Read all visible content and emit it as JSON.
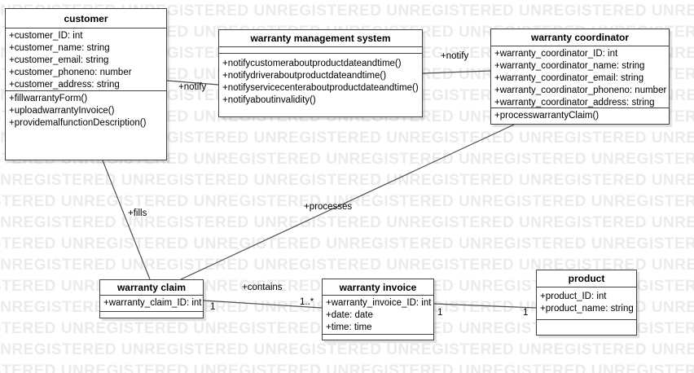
{
  "watermark": {
    "text": "UNREGISTERED",
    "color": "#ebebeb"
  },
  "diagram": {
    "classes": [
      {
        "name": "customer",
        "attributes": [
          "+customer_ID: int",
          "+customer_name: string",
          "+customer_email: string",
          "+customer_phoneno: number",
          "+customer_address: string"
        ],
        "methods": [
          "+fillwarrantyForm()",
          "+uploadwarrantyInvoice()",
          "+providemalfunctionDescription()"
        ]
      },
      {
        "name": "warranty management system",
        "attributes": [],
        "methods": [
          "+notifycustomeraboutproductdateandtime()",
          "+notifydriveraboutproductdateandtime()",
          "+notifyservicecenteraboutproductdateandtime()",
          "+notifyaboutinvalidity()"
        ]
      },
      {
        "name": "warranty coordinator",
        "attributes": [
          "+warranty_coordinator_ID: int",
          "+warranty_coordinator_name: string",
          "+warranty_coordinator_email: string",
          "+warranty_coordinator_phoneno: number",
          "+warranty_coordinator_address: string"
        ],
        "methods": [
          "+processwarrantyClaim()"
        ]
      },
      {
        "name": "warranty claim",
        "attributes": [
          "+warranty_claim_ID: int"
        ],
        "methods": []
      },
      {
        "name": "warranty invoice",
        "attributes": [
          "+warranty_invoice_ID: int",
          "+date: date",
          "+time: time"
        ],
        "methods": []
      },
      {
        "name": "product",
        "attributes": [
          "+product_ID: int",
          "+product_name: string"
        ],
        "methods": []
      }
    ],
    "labels": {
      "notify_customer": "+notify",
      "notify_coordinator": "+notify",
      "fills": "+fills",
      "processes": "+processes",
      "contains": "+contains"
    },
    "multiplicities": {
      "claim_contains_from": "1",
      "claim_contains_to": "1..*",
      "invoice_product_from": "1",
      "invoice_product_to": "1"
    }
  }
}
